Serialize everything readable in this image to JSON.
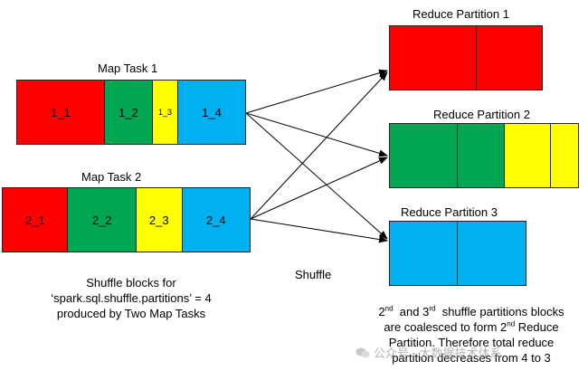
{
  "colors": {
    "red": "#ff0000",
    "green": "#00a651",
    "yellow": "#ffff00",
    "blue": "#00b0f0"
  },
  "map_tasks": [
    {
      "title": "Map Task 1",
      "blocks": [
        {
          "label": "1_1",
          "color": "red"
        },
        {
          "label": "1_2",
          "color": "green"
        },
        {
          "label": "1_3",
          "color": "yellow",
          "small": true
        },
        {
          "label": "1_4",
          "color": "blue"
        }
      ]
    },
    {
      "title": "Map Task 2",
      "blocks": [
        {
          "label": "2_1",
          "color": "red"
        },
        {
          "label": "2_2",
          "color": "green"
        },
        {
          "label": "2_3",
          "color": "yellow"
        },
        {
          "label": "2_4",
          "color": "blue"
        }
      ]
    }
  ],
  "reduce_partitions": [
    {
      "title": "Reduce Partition 1",
      "blocks": [
        "red",
        "red"
      ]
    },
    {
      "title": "Reduce Partition 2",
      "blocks": [
        "green",
        "green",
        "yellow",
        "yellow"
      ]
    },
    {
      "title": "Reduce Partition 3",
      "blocks": [
        "blue",
        "blue"
      ]
    }
  ],
  "shuffle_label": "Shuffle",
  "left_note": {
    "line1": "Shuffle blocks for",
    "line2": "‘spark.sql.shuffle.partitions’ = 4",
    "line3": "produced by Two Map Tasks"
  },
  "right_note": {
    "ord1_num": "2",
    "ord1_suf": "nd",
    "ord2_pre": "and 3",
    "ord2_suf": "rd",
    "line1_rest": "shuffle partitions blocks",
    "line2_pre": "are coalesced to form 2",
    "line2_suf": "nd",
    "line2_post": "Reduce",
    "line3": "Partition. Therefore total reduce",
    "line4": "partition decreases from 4 to 3"
  },
  "watermark": "公众号 · 大数据技术体系"
}
